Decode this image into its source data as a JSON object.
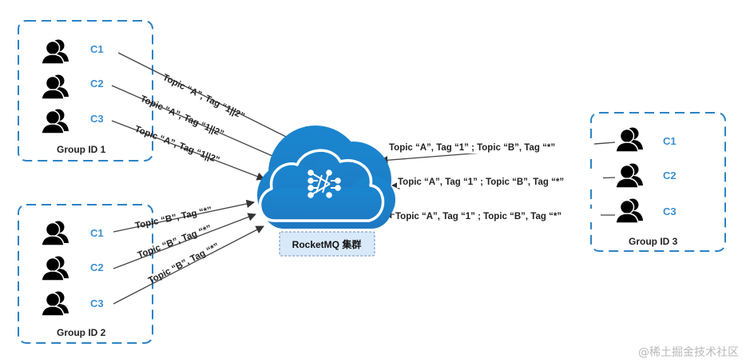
{
  "cluster": {
    "label": "RocketMQ 集群",
    "icon": "rocketmq-cluster-cloud-icon",
    "color": "#1a86cf"
  },
  "groups": [
    {
      "title": "Group ID 1",
      "clients": [
        "C1",
        "C2",
        "C3"
      ],
      "edge_labels": [
        "Topic “A”, Tag “1||2”",
        "Topic “A”, Tag “1||2”",
        "Topic “A”, Tag “1||2”"
      ]
    },
    {
      "title": "Group ID 2",
      "clients": [
        "C1",
        "C2",
        "C3"
      ],
      "edge_labels": [
        "Topic “B”, Tag “*”",
        "Topic “B”, Tag “*”",
        "Topic “B”, Tag “*”"
      ]
    },
    {
      "title": "Group ID 3",
      "clients": [
        "C1",
        "C2",
        "C3"
      ],
      "edge_labels": [
        "Topic “A”, Tag “1” ; Topic “B”, Tag “*”",
        "Topic “A”, Tag “1” ; Topic “B”, Tag “*”",
        "Topic “A”, Tag “1” ; Topic “B”, Tag “*”"
      ]
    }
  ],
  "watermark": "@稀土掘金技术社区",
  "colors": {
    "group_border": "#2b83c6",
    "client_label": "#3a8fd0",
    "user_icon": "#7d7d7d"
  }
}
